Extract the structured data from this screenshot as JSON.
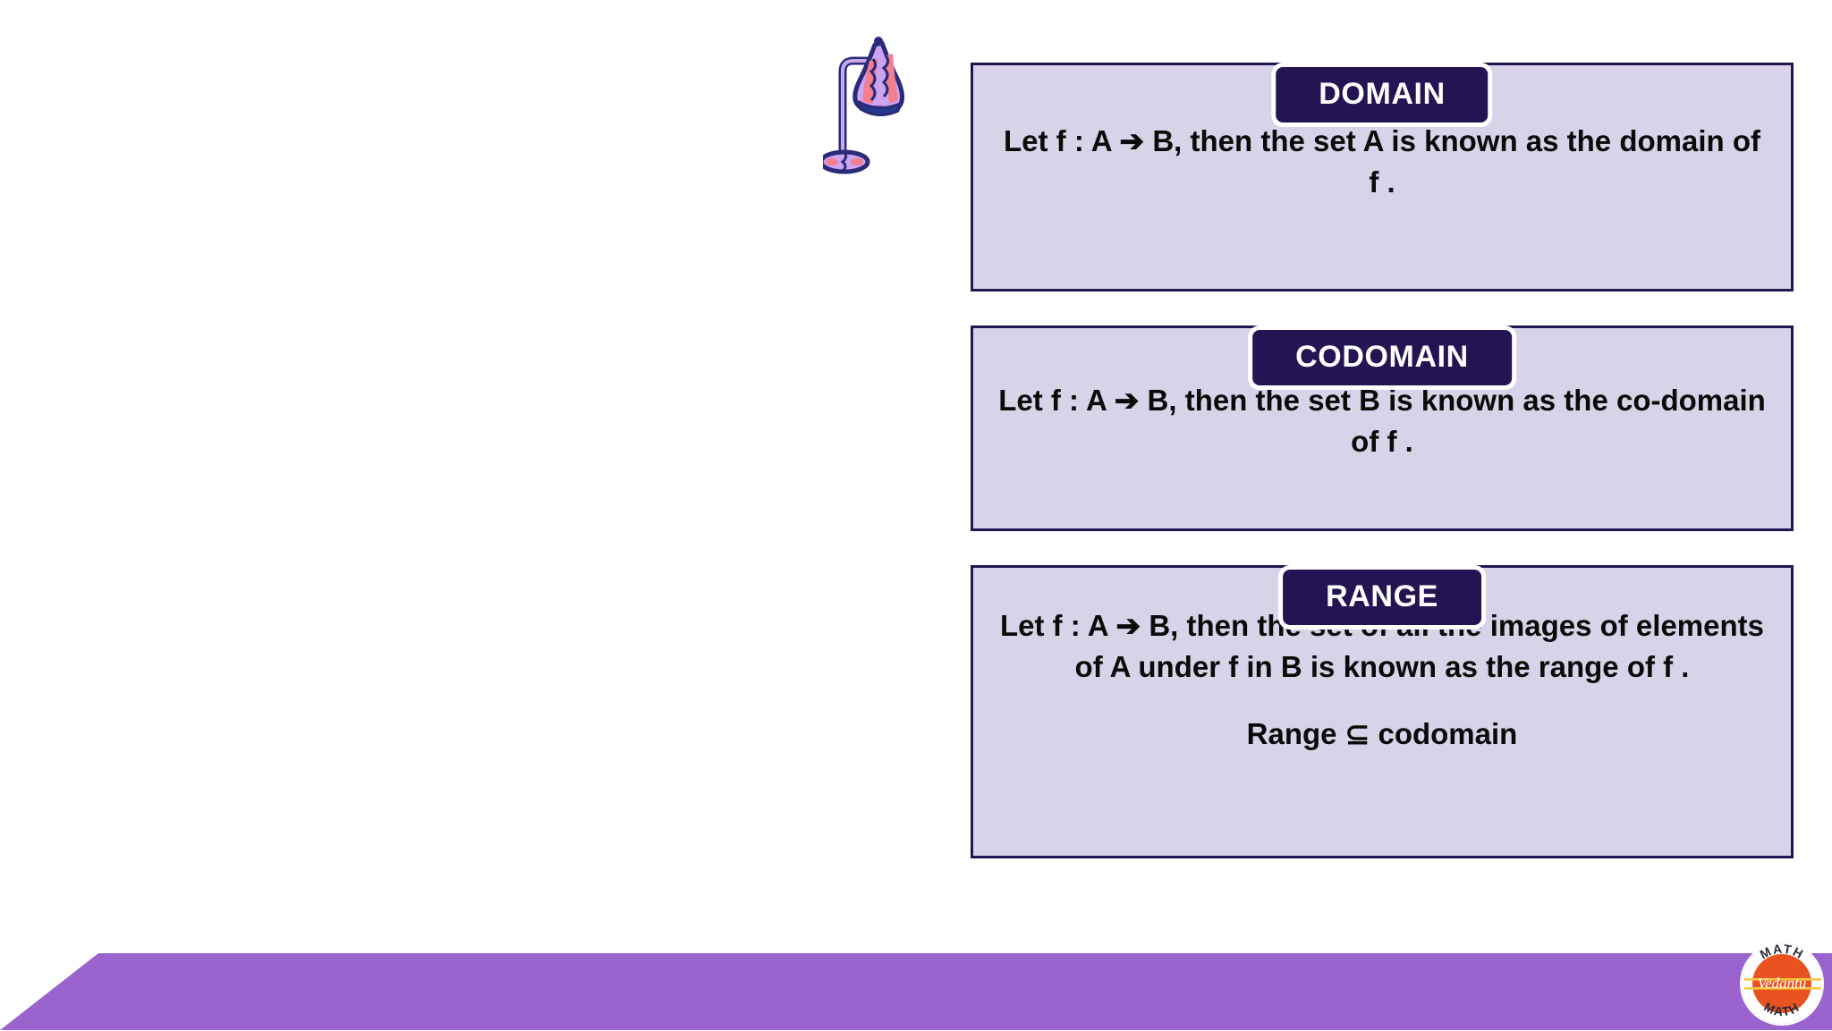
{
  "slide": {
    "background_color": "#ffffff",
    "accent_navy": "#241451",
    "card_fill": "#d9d3e9",
    "banner_purple": "#9b63cd",
    "logo_orange": "#e8531f"
  },
  "illustration": {
    "lamp": {
      "name": "desk-lamp-doodle",
      "outline_color": "#2b2a7a",
      "pole_color": "#c9a8ea",
      "shade_color": "#f4808f",
      "shade_highlight": "#cda4ef",
      "base_rim_color": "#243a8c"
    }
  },
  "cards": [
    {
      "id": "domain",
      "badge": "DOMAIN",
      "lines": [
        "Let f : A ➔ B, then the set A is known as the domain of f ."
      ]
    },
    {
      "id": "codomain",
      "badge": "CODOMAIN",
      "lines": [
        "Let f : A ➔ B, then the set B is known as the co-domain of f ."
      ]
    },
    {
      "id": "range",
      "badge": "RANGE",
      "lines": [
        "Let f : A ➔ B, then the set of all the images of elements of A under f in B is known as the range of f .",
        "Range ⊆ codomain"
      ]
    }
  ],
  "logo": {
    "name": "vedantu-math-logo",
    "brand": "Vedantu",
    "top_text": "MATH",
    "bottom_text": "MATH"
  }
}
